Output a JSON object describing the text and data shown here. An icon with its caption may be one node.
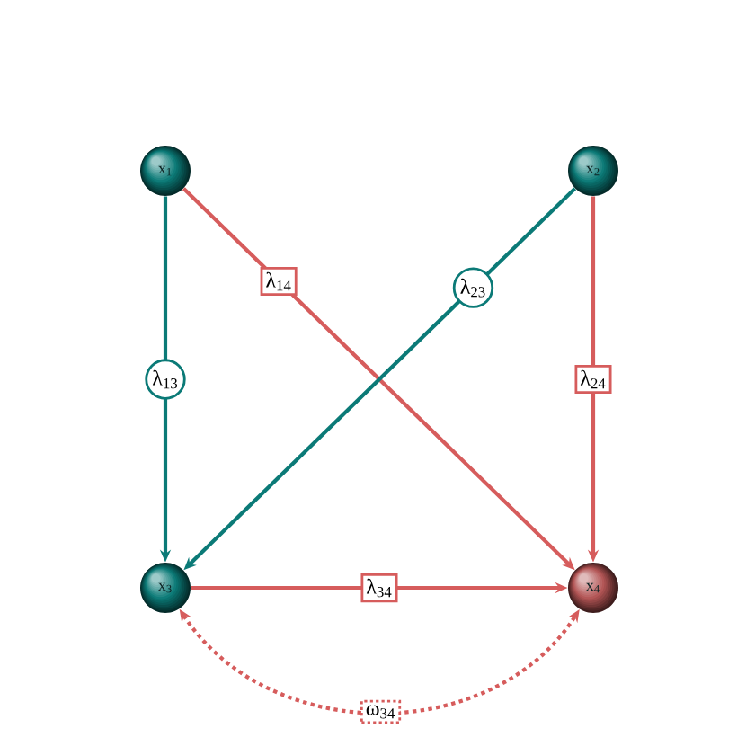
{
  "diagram": {
    "nodes": [
      {
        "text": [
          "x$_{1}$"
        ]
      },
      {
        "text": [
          "x$_{2}$"
        ]
      },
      {
        "text": [
          "x$_{3}$"
        ]
      },
      {
        "text": [
          "x$_{4}$"
        ]
      }
    ],
    "edges": [
      {
        "from": 0,
        "to": 2,
        "arrow": "to",
        "label": "λ$_{13}$",
        "color": "#0b7a77"
      },
      {
        "from": 0,
        "to": 3,
        "arrow": "to",
        "label": "λ$_{14}$"
      },
      {
        "from": 1,
        "to": 2,
        "arrow": "to",
        "label": "λ$_{23}$",
        "color": "#0b7a77"
      },
      {
        "from": 1,
        "to": 3,
        "arrow": "to",
        "label": "λ$_{24}$"
      },
      {
        "from": 2,
        "to": 3,
        "arrow": "to",
        "label": "λ$_{34}$"
      },
      {
        "from": 2,
        "to": 3,
        "arrow": "both",
        "label": "ω$_{34}$",
        "style": "dashed"
      }
    ]
  }
}
